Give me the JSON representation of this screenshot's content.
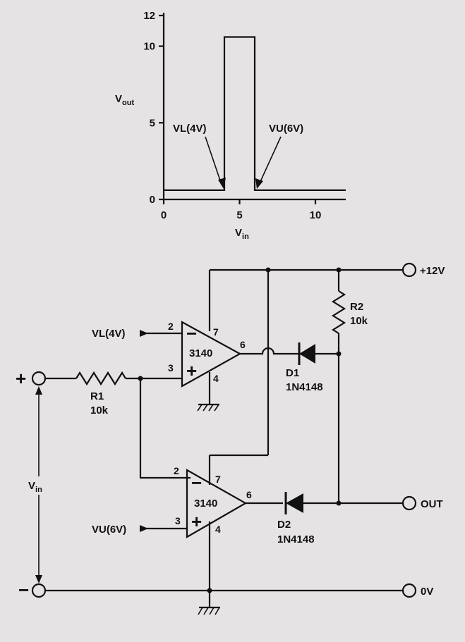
{
  "graph": {
    "y_axis_label": "V",
    "y_axis_label_sub": "out",
    "x_axis_label": "V",
    "x_axis_label_sub": "in",
    "y_ticks": [
      "12",
      "10",
      "5",
      "0"
    ],
    "x_ticks": [
      "0",
      "5",
      "10"
    ],
    "lower_threshold_label": "VL(4V)",
    "upper_threshold_label": "VU(6V)"
  },
  "chart_data": {
    "type": "line",
    "x": [
      0,
      4,
      4,
      6,
      6,
      12
    ],
    "y": [
      0.6,
      0.6,
      10.6,
      10.6,
      0.6,
      0.6
    ],
    "xlim": [
      0,
      12
    ],
    "ylim": [
      0,
      12
    ]
  },
  "circuit": {
    "supply_label": "+12V",
    "output_label": "OUT",
    "ground_label": "0V",
    "plus_terminal": "+",
    "minus_terminal": "−",
    "vin_label": "V",
    "vin_label_sub": "in",
    "op_amp_1": {
      "part": "3140",
      "inverting_input": "VL(4V)",
      "pin_inv": "2",
      "pin_noninv": "3",
      "pin_vplus": "7",
      "pin_out": "6",
      "pin_vminus": "4",
      "minus_sign": "−",
      "plus_sign": "+"
    },
    "op_amp_2": {
      "part": "3140",
      "noninverting_input": "VU(6V)",
      "pin_inv": "2",
      "pin_noninv": "3",
      "pin_vplus": "7",
      "pin_out": "6",
      "pin_vminus": "4",
      "minus_sign": "−",
      "plus_sign": "+"
    },
    "r1": {
      "name": "R1",
      "value": "10k"
    },
    "r2": {
      "name": "R2",
      "value": "10k"
    },
    "d1": {
      "name": "D1",
      "part": "1N4148"
    },
    "d2": {
      "name": "D2",
      "part": "1N4148"
    }
  }
}
